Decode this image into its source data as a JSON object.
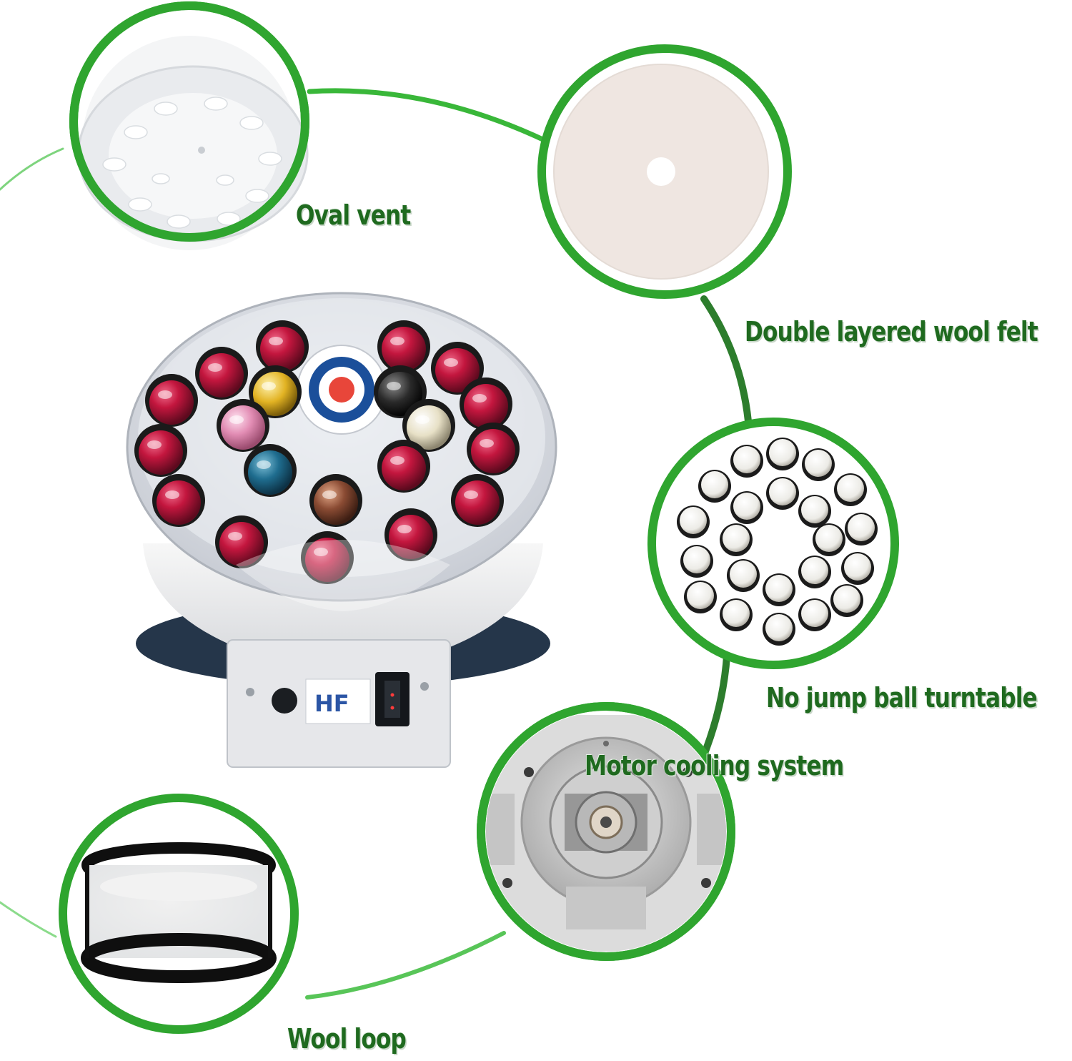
{
  "features": {
    "oval_vent": "Oval vent",
    "wool_felt": "Double layered wool felt",
    "turntable": "No jump ball turntable",
    "motor_cooling": "Motor cooling system",
    "wool_loop": "Wool loop"
  },
  "colors": {
    "accent_green": "#2fa52f",
    "label_green": "#1f6a1f",
    "ball_red": "#b3123a",
    "felt": "#efe6e1"
  }
}
